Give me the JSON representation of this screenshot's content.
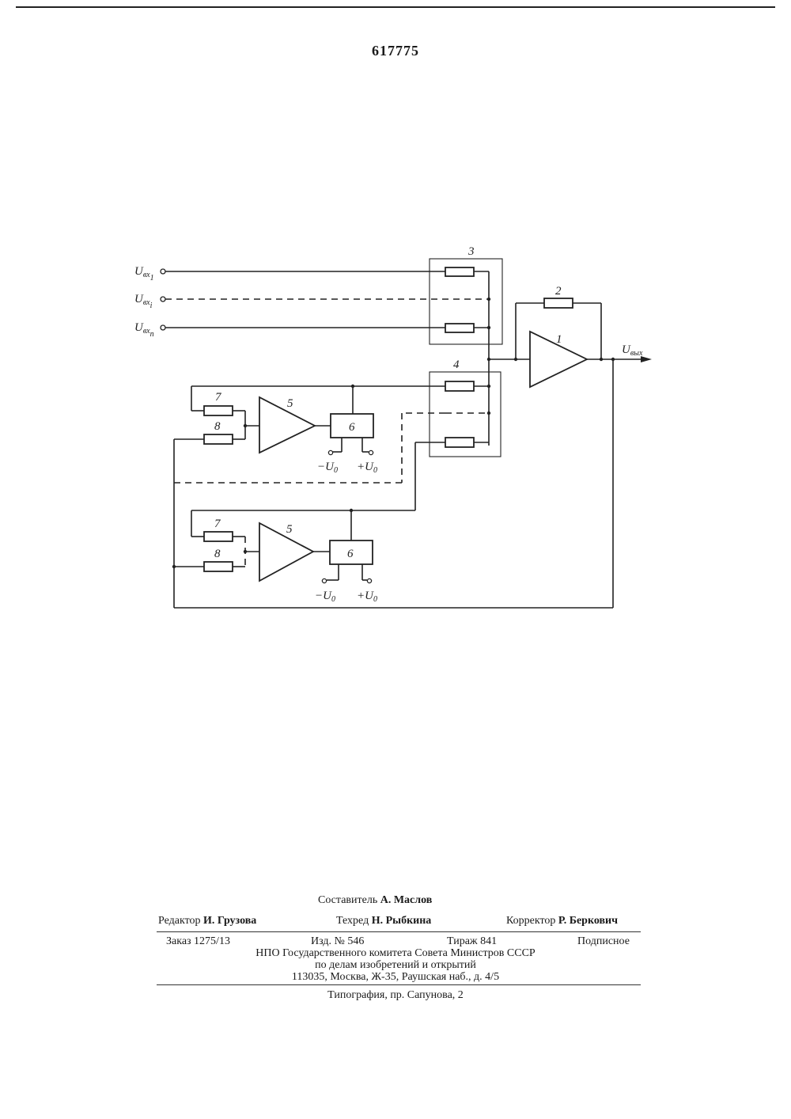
{
  "header": {
    "patent_number": "617775"
  },
  "diagram": {
    "inputs": [
      {
        "main": "U",
        "sub1": "вх",
        "sub2": "1"
      },
      {
        "main": "U",
        "sub1": "вх",
        "sub2": "i"
      },
      {
        "main": "U",
        "sub1": "вх",
        "sub2": "n"
      }
    ],
    "output": {
      "main": "U",
      "sub": "вых"
    },
    "block_labels": {
      "amp_main": "1",
      "feedback_resistor": "2",
      "input_resistor_block": "3",
      "correction_resistor_block": "4",
      "amp_upper": "5",
      "amp_lower": "5",
      "switch_upper": "6",
      "switch_lower": "6",
      "res7_upper": "7",
      "res8_upper": "8",
      "res7_lower": "7",
      "res8_lower": "8"
    },
    "supply": {
      "neg_upper": "−U",
      "pos_upper": "+U",
      "neg_lower": "−U",
      "pos_lower": "+U",
      "sub": "0"
    }
  },
  "colophon": {
    "compiler_label": "Составитель",
    "compiler_name": "А. Маслов",
    "editor_label": "Редактор",
    "editor_name": "И. Грузова",
    "techred_label": "Техред",
    "techred_name": "Н. Рыбкина",
    "corrector_label": "Корректор",
    "corrector_name": "Р. Беркович",
    "order": "Заказ 1275/13",
    "edition": "Изд. № 546",
    "print_run": "Тираж 841",
    "subscription": "Подписное",
    "org_line1": "НПО Государственного комитета Совета Министров СССР",
    "org_line2": "по делам изобретений и открытий",
    "org_address": "113035, Москва, Ж-35, Раушская наб., д. 4/5",
    "printer": "Типография, пр. Сапунова, 2"
  }
}
